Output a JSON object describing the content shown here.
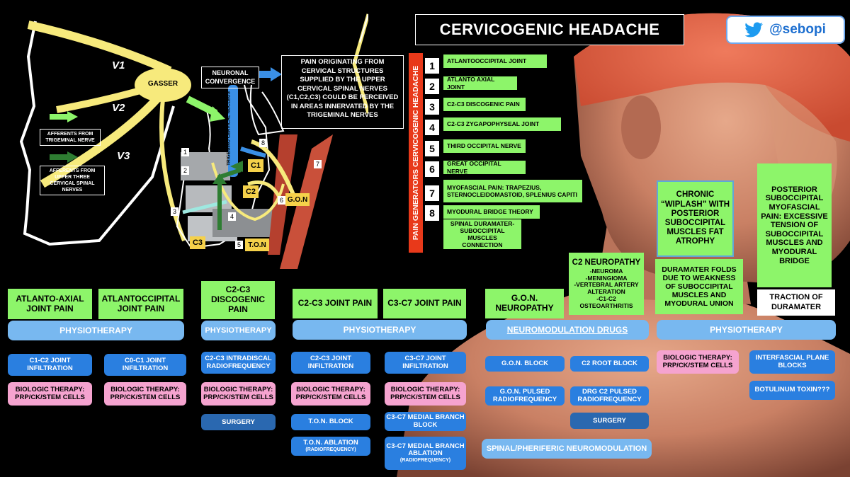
{
  "title": "CERVICOGENIC HEADACHE",
  "twitter": {
    "handle": "@sebopi"
  },
  "anatomy": {
    "v1": "V1",
    "v2": "V2",
    "v3": "V3",
    "gasser": "GASSER",
    "neuronal": "NEURONAL CONVERGENCE",
    "nucleus": "TRIGEMINO CERVICAL NUCLEUS",
    "afferent_trig": "AFFERENTS FROM TRIGEMINAL NERVE",
    "afferent_cerv": "AFFERENTS FROM UPPER THREE CERVICAL SPINAL NERVES",
    "c1": "C1",
    "c2": "C2",
    "c3": "C3",
    "gon": "G.O.N",
    "ton": "T.O.N",
    "tags": [
      "1",
      "2",
      "3",
      "4",
      "5",
      "6",
      "7",
      "8"
    ]
  },
  "pain_origin": "PAIN ORIGINATING FROM CERVICAL STRUCTURES SUPPLIED BY THE UPPER CERVICAL SPINAL NERVES (C1,C2,C3) COULD BE PERCEIVED IN AREAS INNERVATED BY THE TRIGEMINAL NERVES",
  "generators_label": "PAIN GENERATORS CERVICOGENIC HEADACHE",
  "generators": [
    {
      "n": "1",
      "label": "ATLANTOOCCIPITAL JOINT"
    },
    {
      "n": "2",
      "label": "ATLANTO AXIAL JOINT"
    },
    {
      "n": "3",
      "label": "C2-C3 DISCOGENIC PAIN"
    },
    {
      "n": "4",
      "label": "C2-C3 ZYGAPOPHYSEAL JOINT"
    },
    {
      "n": "5",
      "label": "THIRD OCCIPITAL NERVE"
    },
    {
      "n": "6",
      "label": "GREAT OCCIPITAL NERVE"
    },
    {
      "n": "7",
      "label": "MYOFASCIAL PAIN: TRAPEZIUS, STERNOCLEIDOMASTOID, SPLENIUS CAPITI"
    },
    {
      "n": "8",
      "label": "MYODURAL  BRIDGE THEORY"
    }
  ],
  "spinal_dura": "SPINAL DURAMATER-SUBOCCIPITAL MUSCLES CONNECTION",
  "whiplash": "CHRONIC  “WIPLASH” WITH POSTERIOR SUBOCCIPITAL MUSCLES FAT ATROPHY",
  "posterior": "POSTERIOR SUBOCCIPITAL MYOFASCIAL PAIN: EXCESSIVE TENSION OF SUBOCCIPITAL MUSCLES AND MYODURAL BRIDGE",
  "c2neuro": {
    "title": "C2 NEUROPATHY",
    "lines": [
      "-NEUROMA",
      "-MENINGIOMA",
      "-VERTEBRAL ARTERY",
      "ALTERATION",
      "-C1-C2",
      "OSTEOARTHRITIS"
    ]
  },
  "duramater_folds": "DURAMATER FOLDS DUE TO WEAKNESS OF SUBOCCIPITAL MUSCLES AND MYODURAL UNION",
  "traction": "TRACTION OF DURAMATER",
  "categories": {
    "atlanto_axial": "ATLANTO-AXIAL JOINT PAIN",
    "atlantoocc": "ATLANTOCCIPITAL JOINT PAIN",
    "c2c3_disc": "C2-C3 DISCOGENIC PAIN",
    "c2c3_joint": "C2-C3 JOINT PAIN",
    "c3c7_joint": "C3-C7 JOINT PAIN",
    "gon": "G.O.N. NEUROPATHY"
  },
  "physio": "PHYSIOTHERAPY",
  "neuromod_drugs": "NEUROMODULATION DRUGS",
  "treatments": {
    "c1c2_inf": "C1-C2 JOINT INFILTRATION",
    "c0c1_inf": "C0-C1 JOINT INFILTRATION",
    "bio": "BIOLOGIC THERAPY: PRP/CK/STEM CELLS",
    "c2c3_rf": "C2-C3 INTRADISCAL RADIOFREQUENCY",
    "surgery": "SURGERY",
    "c2c3_inf": "C2-C3 JOINT INFILTRATION",
    "c3c7_inf": "C3-C7 JOINT INFILTRATION",
    "ton_block": "T.O.N. BLOCK",
    "ton_abl": "T.O.N. ABLATION",
    "ton_abl_sub": "(RADIOFREQUENCY)",
    "c3c7_mbb": "C3-C7 MEDIAL BRANCH BLOCK",
    "c3c7_mba": "C3-C7 MEDIAL BRANCH ABLATION",
    "c3c7_mba_sub": "(RADIOFREQUENCY)",
    "gon_block": "G.O.N. BLOCK",
    "gon_prf": "G.O.N. PULSED RADIOFREQUENCY",
    "c2_root": "C2 ROOT BLOCK",
    "drg_prf": "DRG C2 PULSED RADIOFREQUENCY",
    "spinal_neuro": "SPINAL/PHERIFERIC NEUROMODULATION",
    "interfascial": "INTERFASCIAL PLANE BLOCKS",
    "botox": "BOTULINUM TOXIN???"
  },
  "colors": {
    "green": "#8df56a",
    "pink": "#f5a3cf",
    "blue": "#2a7fe0",
    "light_blue": "#78b8f0",
    "red": "#e8391a"
  }
}
